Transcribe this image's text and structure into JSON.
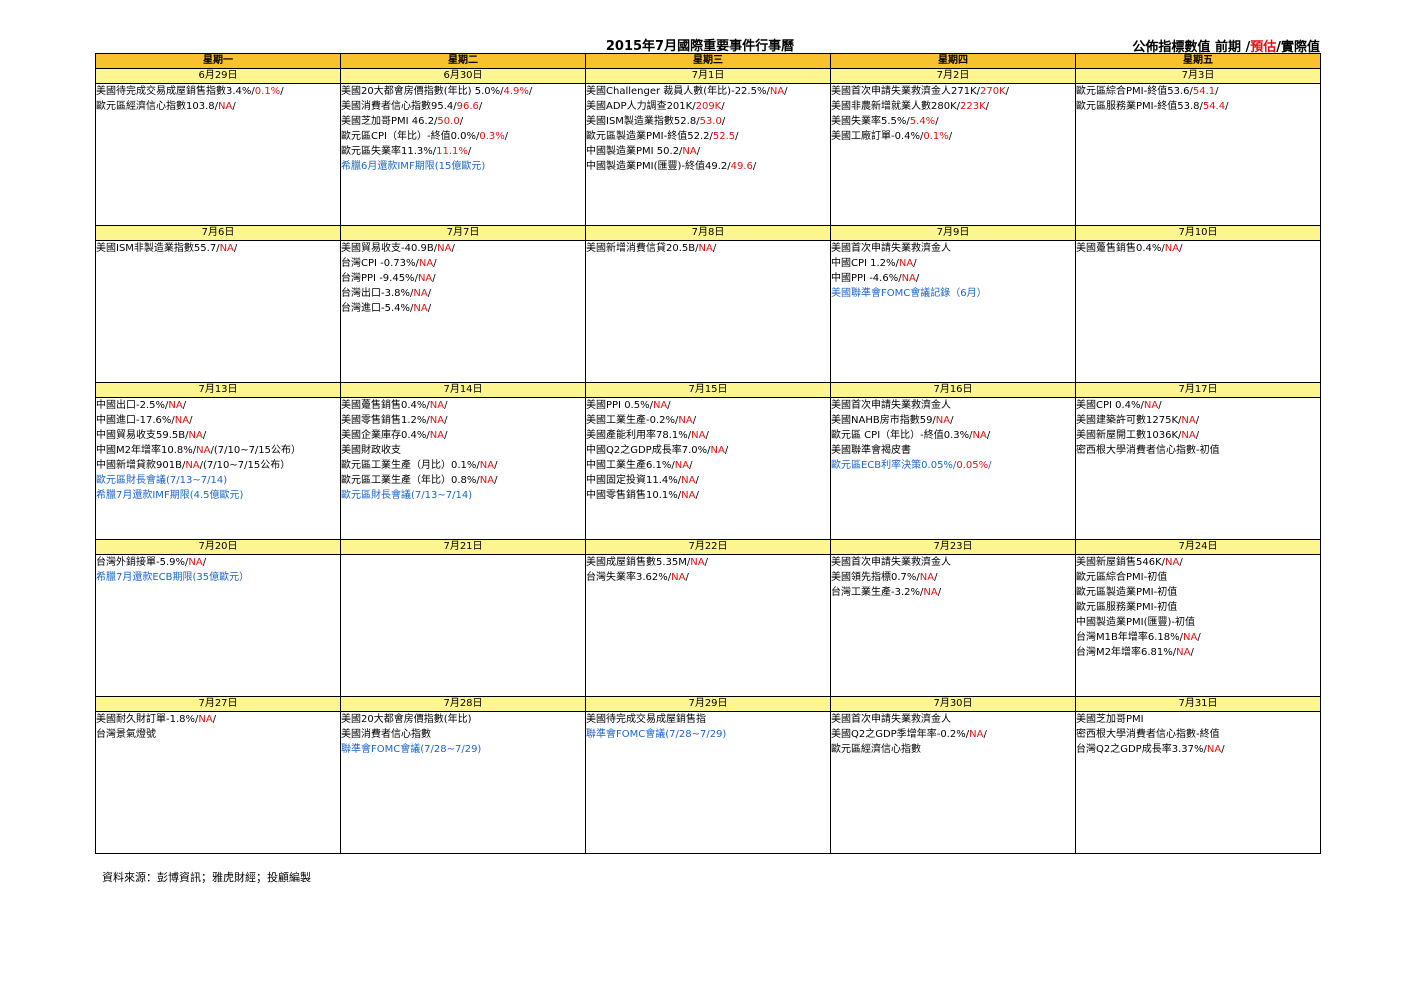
{
  "title": "2015年7月國際重要事件行事曆",
  "legend": {
    "part1": "公佈指標數值  前期 /",
    "part2": "預估",
    "part3": "/實際值"
  },
  "weekdays": [
    "星期一",
    "星期二",
    "星期三",
    "星期四",
    "星期五"
  ],
  "colors": {
    "forecast": "#e01010",
    "event": "#1a66c7",
    "header_bg": "#f7c22e",
    "date_bg": "#fdf58f"
  },
  "weeks": [
    {
      "days": [
        {
          "date": "6月29日",
          "lines": [
            [
              "美國待完成交易成屋銷售指數3.4%/",
              "0.1%",
              "/"
            ],
            [
              "歐元區經濟信心指數103.8/",
              "NA",
              "/"
            ]
          ]
        },
        {
          "date": "6月30日",
          "lines": [
            [
              "美國20大都會房價指數(年比) 5.0%/",
              "4.9%",
              "/"
            ],
            [
              "美國消費者信心指數95.4/",
              "96.6",
              "/"
            ],
            [
              "美國芝加哥PMI 46.2/",
              "50.0",
              "/"
            ],
            [
              "歐元區CPI（年比）-終值0.0%/",
              "0.3%",
              "/"
            ],
            [
              "歐元區失業率11.3%/",
              "11.1%",
              "/"
            ],
            [
              "希臘6月還款IMF期限(15億歐元)",
              "",
              "",
              "event"
            ]
          ]
        },
        {
          "date": "7月1日",
          "lines": [
            [
              "美國Challenger 裁員人數(年比)-22.5%/",
              "NA",
              "/"
            ],
            [
              "美國ADP人力調查201K/",
              "209K",
              "/"
            ],
            [
              "美國ISM製造業指數52.8/",
              "53.0",
              "/"
            ],
            [
              "歐元區製造業PMI-終值52.2/",
              "52.5",
              "/"
            ],
            [
              "中國製造業PMI 50.2/",
              "NA",
              "/"
            ],
            [
              "中國製造業PMI(匯豐)-終值49.2/",
              "49.6",
              "/"
            ]
          ]
        },
        {
          "date": "7月2日",
          "lines": [
            [
              "美國首次申請失業救濟金人271K/",
              "270K",
              "/"
            ],
            [
              "美國非農新增就業人數280K/",
              "223K",
              "/"
            ],
            [
              "美國失業率5.5%/",
              "5.4%",
              "/"
            ],
            [
              "美國工廠訂單-0.4%/",
              "0.1%",
              "/"
            ]
          ]
        },
        {
          "date": "7月3日",
          "lines": [
            [
              "歐元區綜合PMI-終值53.6/",
              "54.1",
              "/"
            ],
            [
              "歐元區服務業PMI-終值53.8/",
              "54.4",
              "/"
            ]
          ]
        }
      ]
    },
    {
      "days": [
        {
          "date": "7月6日",
          "lines": [
            [
              "美國ISM非製造業指數55.7/",
              "NA",
              "/"
            ]
          ]
        },
        {
          "date": "7月7日",
          "lines": [
            [
              "美國貿易收支-40.9B/",
              "NA",
              "/"
            ],
            [
              "台灣CPI -0.73%/",
              "NA",
              "/"
            ],
            [
              "台灣PPI -9.45%/",
              "NA",
              "/"
            ],
            [
              "台灣出口-3.8%/",
              "NA",
              "/"
            ],
            [
              "台灣進口-5.4%/",
              "NA",
              "/"
            ]
          ]
        },
        {
          "date": "7月8日",
          "lines": [
            [
              "美國新增消費信貸20.5B/",
              "NA",
              "/"
            ]
          ]
        },
        {
          "date": "7月9日",
          "lines": [
            [
              "美國首次申請失業救濟金人",
              "",
              ""
            ],
            [
              "中國CPI  1.2%/",
              "NA",
              "/"
            ],
            [
              "中國PPI  -4.6%/",
              "NA",
              "/"
            ],
            [
              "美國聯準會FOMC會議記錄（6月）",
              "",
              "",
              "event"
            ]
          ]
        },
        {
          "date": "7月10日",
          "lines": [
            [
              "美國躉售銷售0.4%/",
              "NA",
              "/"
            ]
          ]
        }
      ]
    },
    {
      "days": [
        {
          "date": "7月13日",
          "lines": [
            [
              "中國出口-2.5%/",
              "NA",
              "/"
            ],
            [
              "中國進口-17.6%/",
              "NA",
              "/"
            ],
            [
              "中國貿易收支59.5B/",
              "NA",
              "/"
            ],
            [
              "中國M2年增率10.8%/",
              "NA",
              "/(7/10~7/15公布）"
            ],
            [
              "中國新增貸款901B/",
              "NA",
              "/(7/10~7/15公布）"
            ],
            [
              "歐元區財長會議(7/13~7/14)",
              "",
              "",
              "event"
            ],
            [
              "希臘7月還款IMF期限(4.5億歐元)",
              "",
              "",
              "event"
            ]
          ]
        },
        {
          "date": "7月14日",
          "lines": [
            [
              "美國躉售銷售0.4%/",
              "NA",
              "/"
            ],
            [
              "美國零售銷售1.2%/",
              "NA",
              "/"
            ],
            [
              "美國企業庫存0.4%/",
              "NA",
              "/"
            ],
            [
              "美國財政收支",
              "",
              ""
            ],
            [
              "歐元區工業生產（月比）0.1%/",
              "NA",
              "/"
            ],
            [
              "歐元區工業生產（年比）0.8%/",
              "NA",
              "/"
            ],
            [
              "歐元區財長會議(7/13~7/14)",
              "",
              "",
              "event"
            ]
          ]
        },
        {
          "date": "7月15日",
          "lines": [
            [
              "美國PPI 0.5%/",
              "NA",
              "/"
            ],
            [
              "美國工業生產-0.2%/",
              "NA",
              "/"
            ],
            [
              "美國產能利用率78.1%/",
              "NA",
              "/"
            ],
            [
              "中國Q2之GDP成長率7.0%/",
              "NA",
              "/"
            ],
            [
              "中國工業生產6.1%/",
              "NA",
              "/"
            ],
            [
              "中國固定投資11.4%/",
              "NA",
              "/"
            ],
            [
              "中國零售銷售10.1%/",
              "NA",
              "/"
            ]
          ]
        },
        {
          "date": "7月16日",
          "lines": [
            [
              "美國首次申請失業救濟金人",
              "",
              ""
            ],
            [
              "美國NAHB房市指數59/",
              "NA",
              "/"
            ],
            [
              "歐元區 CPI（年比）-終值0.3%/",
              "NA",
              "/"
            ],
            [
              "美國聯準會褐皮書",
              "",
              ""
            ],
            [
              "歐元區ECB利率決策0.05%/",
              "0.05%",
              "/",
              "event"
            ]
          ]
        },
        {
          "date": "7月17日",
          "lines": [
            [
              "美國CPI  0.4%/",
              "NA",
              "/"
            ],
            [
              "美國建築許可數1275K/",
              "NA",
              "/"
            ],
            [
              "美國新屋開工數1036K/",
              "NA",
              "/"
            ],
            [
              "密西根大學消費者信心指數-初值",
              "",
              ""
            ]
          ]
        }
      ]
    },
    {
      "days": [
        {
          "date": "7月20日",
          "lines": [
            [
              "台灣外銷接單-5.9%/",
              "NA",
              "/"
            ],
            [
              "希臘7月還款ECB期限(35億歐元）",
              "",
              "",
              "event"
            ]
          ]
        },
        {
          "date": "7月21日",
          "lines": []
        },
        {
          "date": "7月22日",
          "lines": [
            [
              "美國成屋銷售數5.35M/",
              "NA",
              "/"
            ],
            [
              "台灣失業率3.62%/",
              "NA",
              "/"
            ]
          ]
        },
        {
          "date": "7月23日",
          "lines": [
            [
              "美國首次申請失業救濟金人",
              "",
              ""
            ],
            [
              "美國領先指標0.7%/",
              "NA",
              "/"
            ],
            [
              "台灣工業生產-3.2%/",
              "NA",
              "/"
            ]
          ]
        },
        {
          "date": "7月24日",
          "lines": [
            [
              "美國新屋銷售546K/",
              "NA",
              "/"
            ],
            [
              "歐元區綜合PMI-初值",
              "",
              ""
            ],
            [
              "歐元區製造業PMI-初值",
              "",
              ""
            ],
            [
              "歐元區服務業PMI-初值",
              "",
              ""
            ],
            [
              "中國製造業PMI(匯豐)-初值",
              "",
              ""
            ],
            [
              "台灣M1B年增率6.18%/",
              "NA",
              "/"
            ],
            [
              "台灣M2年增率6.81%/",
              "NA",
              "/"
            ]
          ]
        }
      ]
    },
    {
      "days": [
        {
          "date": "7月27日",
          "lines": [
            [
              "美國耐久財訂單-1.8%/",
              "NA",
              "/"
            ],
            [
              "台灣景氣燈號",
              "",
              ""
            ]
          ]
        },
        {
          "date": "7月28日",
          "lines": [
            [
              "美國20大都會房價指數(年比)",
              "",
              ""
            ],
            [
              "美國消費者信心指數",
              "",
              ""
            ],
            [
              "聯準會FOMC會議(7/28~7/29)",
              "",
              "",
              "event"
            ]
          ]
        },
        {
          "date": "7月29日",
          "lines": [
            [
              "美國待完成交易成屋銷售指",
              "",
              ""
            ],
            [
              "聯準會FOMC會議(7/28~7/29)",
              "",
              "",
              "event"
            ]
          ]
        },
        {
          "date": "7月30日",
          "lines": [
            [
              "美國首次申請失業救濟金人",
              "",
              ""
            ],
            [
              "美國Q2之GDP季增年率-0.2%/",
              "NA",
              "/"
            ],
            [
              "歐元區經濟信心指數",
              "",
              ""
            ]
          ]
        },
        {
          "date": "7月31日",
          "lines": [
            [
              "美國芝加哥PMI",
              "",
              ""
            ],
            [
              "密西根大學消費者信心指數-終值",
              "",
              ""
            ],
            [
              "台灣Q2之GDP成長率3.37%/",
              "NA",
              "/"
            ]
          ]
        }
      ]
    }
  ],
  "source": "資料來源：彭博資訊；雅虎財經；投顧編製"
}
